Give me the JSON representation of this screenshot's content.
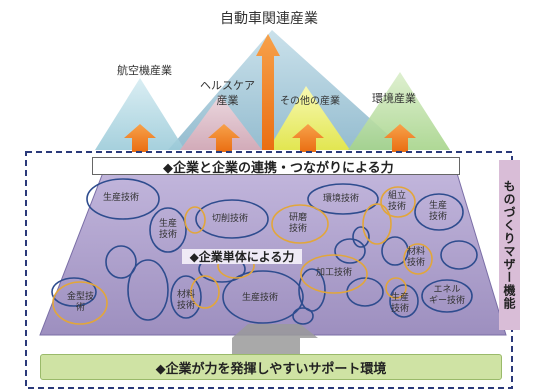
{
  "industries": {
    "auto": "自動車関連産業",
    "aero": "航空機産業",
    "health": "ヘルスケア\n産業",
    "other": "その他の産業",
    "env": "環境産業"
  },
  "bands": {
    "cooperation": "◆企業と企業の連携・つながりによる力",
    "single": "◆企業単体による力",
    "support": "◆企業が力を発揮しやすいサポート環境"
  },
  "side_label": "ものづくりマザー機能",
  "techs": {
    "t1": "生産技術",
    "t2": "生産\n技術",
    "t3": "切削技術",
    "t4": "研磨\n技術",
    "t5": "環境技術",
    "t6": "組立\n技術",
    "t7": "生産\n技術",
    "t8": "材料\n技術",
    "t9": "加工技術",
    "t10": "エネル\nギー技術",
    "t11": "金型技\n術",
    "t12": "材料\n技術",
    "t13": "生産技術",
    "t14": "生産\n技術"
  },
  "colors": {
    "arrow": "#f07d1e",
    "trapezoid": "#a898c6",
    "support_band": "#cfe3a4",
    "dashed_frame": "#2b3a7a"
  }
}
